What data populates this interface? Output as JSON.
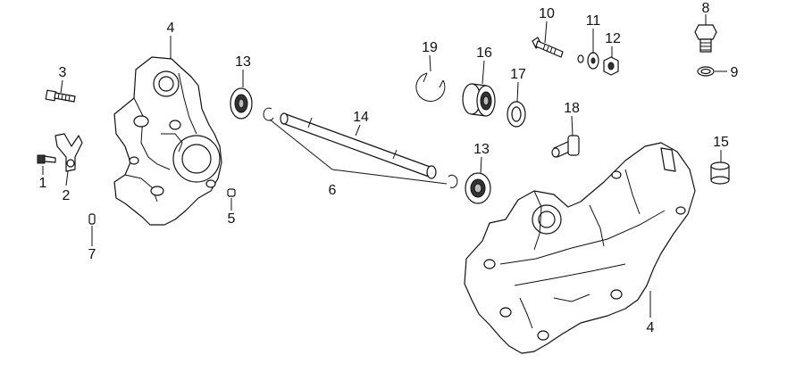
{
  "callouts": {
    "c1": "1",
    "c2": "2",
    "c3": "3",
    "c4a": "4",
    "c4b": "4",
    "c5": "5",
    "c6": "6",
    "c7": "7",
    "c8": "8",
    "c9": "9",
    "c10": "10",
    "c11": "11",
    "c12": "12",
    "c13a": "13",
    "c13b": "13",
    "c14": "14",
    "c15": "15",
    "c16": "16",
    "c17": "17",
    "c18": "18",
    "c19": "19"
  }
}
